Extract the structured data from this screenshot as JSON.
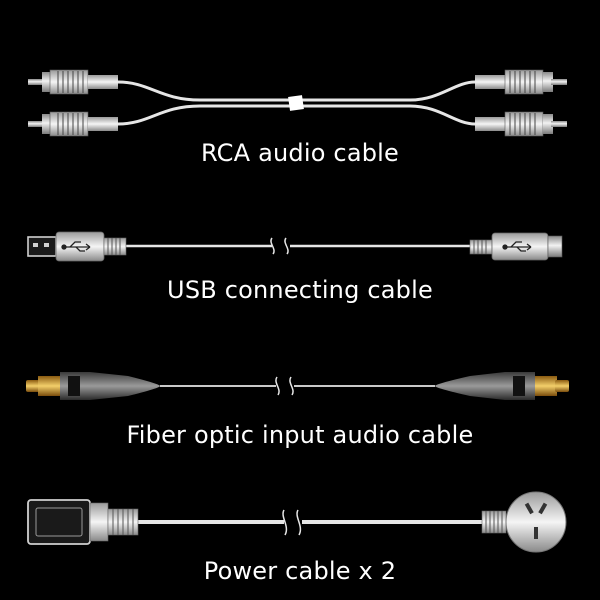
{
  "cables": [
    {
      "id": "rca",
      "label": "RCA audio cable",
      "icon": "rca-cable-icon"
    },
    {
      "id": "usb",
      "label": "USB connecting cable",
      "icon": "usb-cable-icon"
    },
    {
      "id": "fiber",
      "label": "Fiber optic input audio cable",
      "icon": "fiber-optic-cable-icon"
    },
    {
      "id": "power",
      "label": "Power cable x 2",
      "icon": "power-cable-icon"
    }
  ],
  "colors": {
    "background": "#000000",
    "text": "#ffffff",
    "cable": "#e6e6e6",
    "metal": "#bdbdbd",
    "gold": "#d9a441"
  }
}
